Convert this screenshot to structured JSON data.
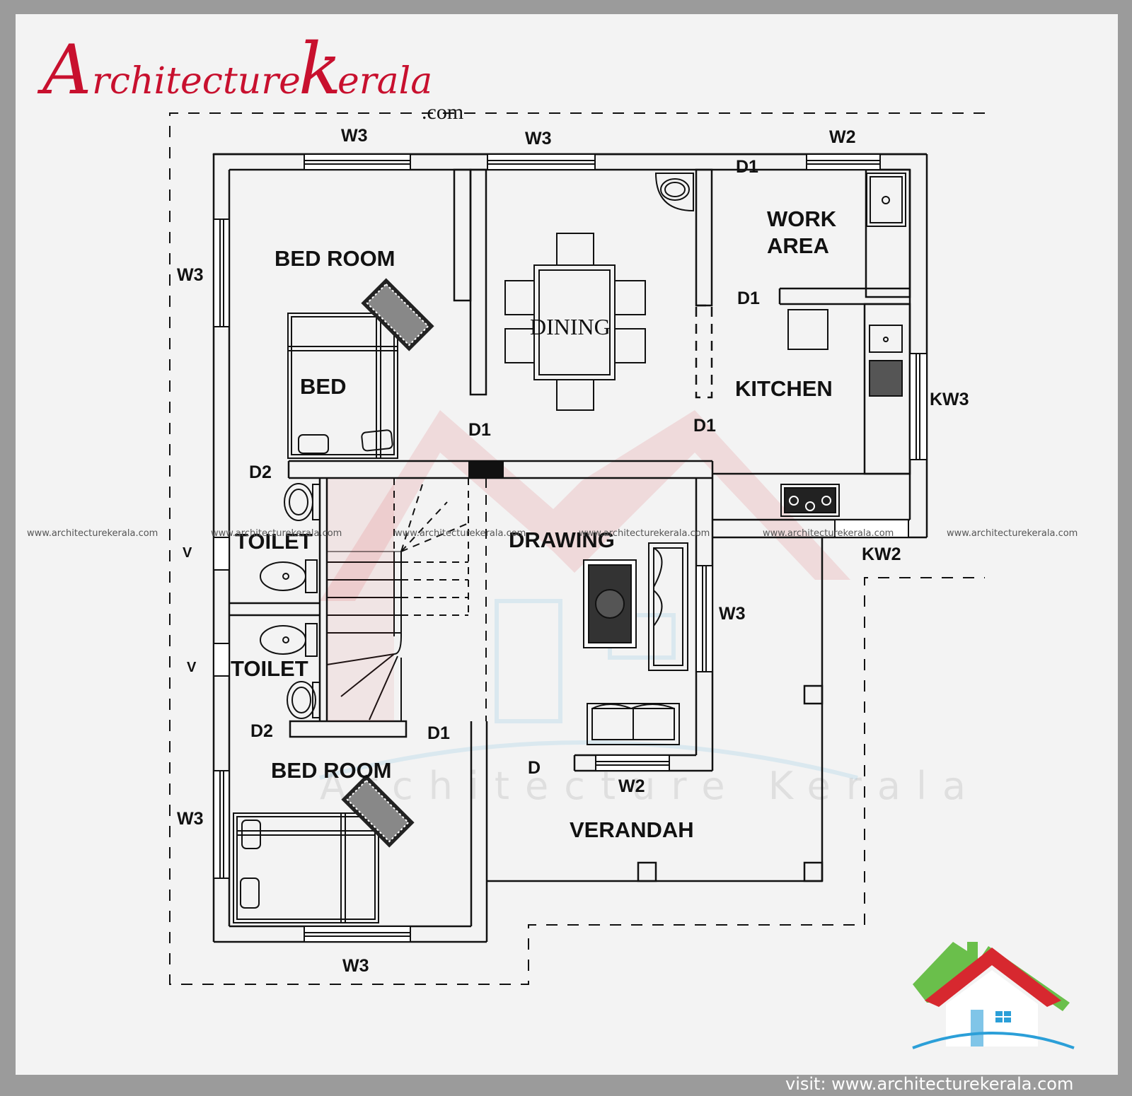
{
  "logo": {
    "text_a": "A",
    "text_rchitecture": "rchitecture",
    "text_k": "k",
    "text_erala": "erala",
    "text_com": ".com"
  },
  "rooms": {
    "bed_room_top": "BED ROOM",
    "bed": "BED",
    "dining": "DINING",
    "work_area_1": "WORK",
    "work_area_2": "AREA",
    "kitchen": "KITCHEN",
    "drawing": "DRAWING",
    "toilet_1": "TOILET",
    "toilet_2": "TOILET",
    "bed_room_bottom": "BED ROOM",
    "verandah": "VERANDAH"
  },
  "openings": {
    "w3_top_left": "W3",
    "w3_top_mid": "W3",
    "w2_top_right": "W2",
    "w3_left_upper": "W3",
    "w3_left_lower": "W3",
    "w3_bottom": "W3",
    "w3_drawing": "W3",
    "w2_verandah": "W2",
    "d1_work_top": "D1",
    "d1_work_mid": "D1",
    "d1_bed": "D1",
    "d1_kitchen": "D1",
    "d1_bed_bottom": "D1",
    "d2_top": "D2",
    "d2_bottom": "D2",
    "d_main": "D",
    "v_upper": "V",
    "v_lower": "V",
    "kw3": "KW3",
    "kw2": "KW2"
  },
  "watermark": {
    "url_1": "www.architecturekerala.com",
    "url_2": "www.architecturekerala.com",
    "url_3": "www.architecturekerala.com",
    "url_4": "www.architecturekerala.com",
    "url_5": "www.architecturekerala.com",
    "url_6": "www.architecturekerala.com",
    "big_text": "Architecture Kerala"
  },
  "footer": {
    "visit": "visit: www.architecturekerala.com"
  },
  "colors": {
    "logo_red": "#c8102e",
    "house_red": "#d7282f",
    "house_green": "#6abf4b",
    "house_blue": "#2b9fd8",
    "line": "#111111"
  }
}
